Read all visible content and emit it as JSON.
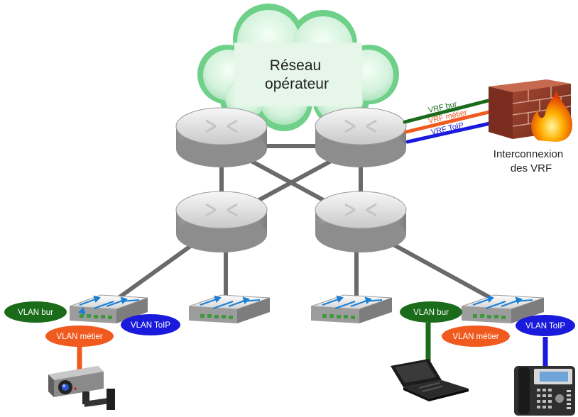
{
  "cloud": {
    "line1": "Réseau",
    "line2": "opérateur"
  },
  "firewall": {
    "line1": "Interconnexion",
    "line2": "des VRF"
  },
  "vrf": [
    {
      "label": "VRF bur",
      "color": "#1a6b1a"
    },
    {
      "label": "VRF métier",
      "color": "#f05a1e"
    },
    {
      "label": "VRF ToIP",
      "color": "#1a1adc"
    }
  ],
  "vlans": {
    "left_bur": "VLAN bur",
    "left_metier": "VLAN métier",
    "left_toip": "VLAN ToIP",
    "right_bur": "VLAN bur",
    "right_metier": "VLAN métier",
    "right_toip": "VLAN ToIP"
  },
  "colors": {
    "bur": "#1a6b1a",
    "metier": "#f05a1e",
    "toip": "#1a1adc",
    "cloud": "#6fd08a",
    "link": "#6a6a6a"
  },
  "icons": [
    "cloud",
    "router",
    "switch",
    "firewall",
    "camera",
    "laptop",
    "ip-phone"
  ]
}
